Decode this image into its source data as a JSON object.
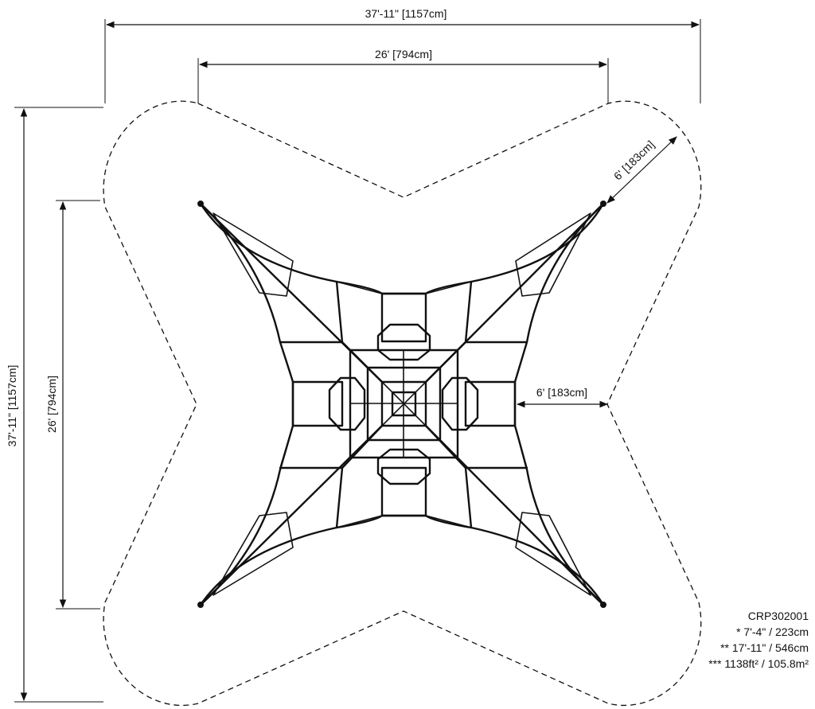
{
  "dimensions": {
    "overall_width": "37'-11\" [1157cm]",
    "structure_width": "26' [794cm]",
    "overall_height": "37'-11\" [1157cm]",
    "structure_height": "26' [794cm]",
    "clearance_corner": "6' [183cm]",
    "clearance_side": "6' [183cm]"
  },
  "spec": {
    "model": "CRP302001",
    "height_line": "* 7'-4\" / 223cm",
    "area_dim_line": "** 17'-11\" / 546cm",
    "area_line": "*** 1138ft² / 105.8m²"
  }
}
